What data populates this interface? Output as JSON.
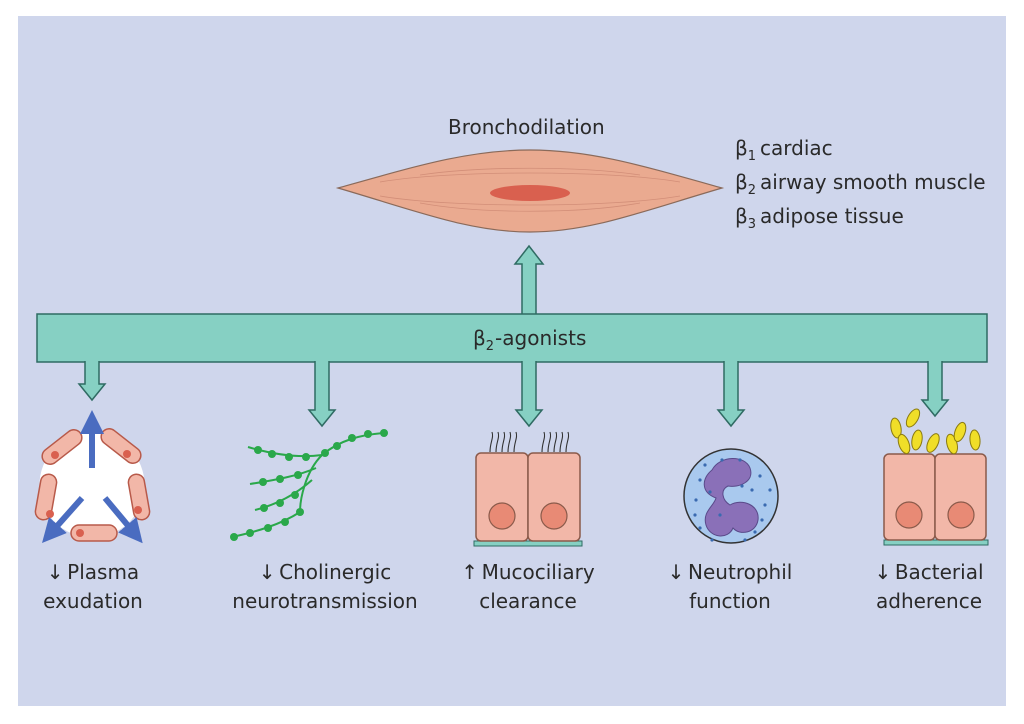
{
  "title": "Bronchodilation",
  "receptors": [
    {
      "symbol": "β",
      "sub": "1",
      "text": "cardiac"
    },
    {
      "symbol": "β",
      "sub": "2",
      "text": "airway smooth muscle"
    },
    {
      "symbol": "β",
      "sub": "3",
      "text": "adipose tissue"
    }
  ],
  "bar": {
    "symbol": "β",
    "sub": "2",
    "text": "-agonists"
  },
  "effects": [
    {
      "arrow": "↓",
      "line1": "Plasma",
      "line2": "exudation"
    },
    {
      "arrow": "↓",
      "line1": "Cholinergic",
      "line2": "neurotransmission"
    },
    {
      "arrow": "↑",
      "line1": "Mucociliary",
      "line2": "clearance"
    },
    {
      "arrow": "↓",
      "line1": "Neutrophil",
      "line2": "function"
    },
    {
      "arrow": "↓",
      "line1": "Bacterial",
      "line2": "adherence"
    }
  ],
  "colors": {
    "background": "#cfd6ec",
    "bar": "#86d0c3",
    "muscle": "#eaaa90",
    "nucleus": "#d9604f",
    "cell": "#f2b7a8",
    "nerve": "#2aa84a",
    "neutrophil_nucleus": "#8a70b8",
    "bacteria": "#f0de28",
    "flow_arrow": "#4a6cc0"
  }
}
